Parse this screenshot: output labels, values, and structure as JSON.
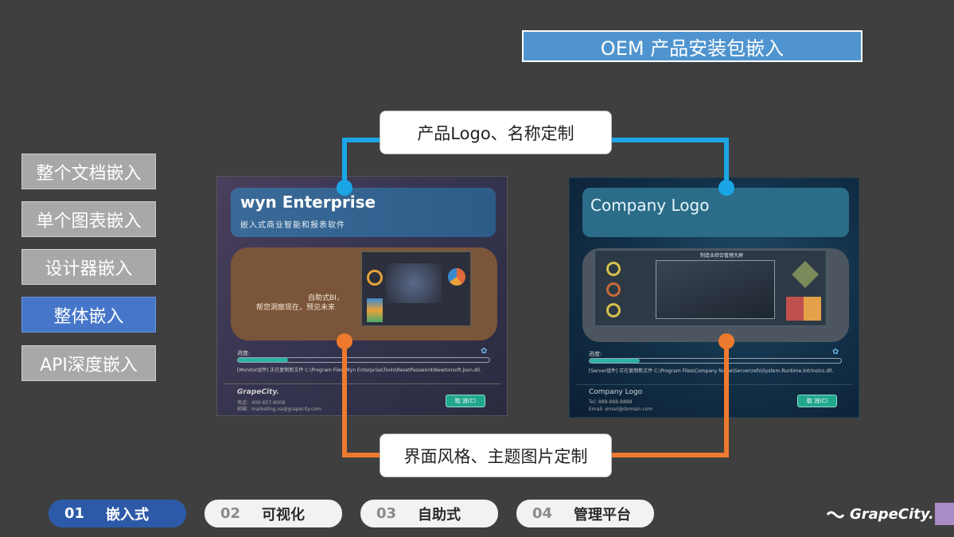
{
  "title": "OEM 产品安装包嵌入",
  "side_menu": [
    {
      "label": "整个文档嵌入",
      "active": false
    },
    {
      "label": "单个图表嵌入",
      "active": false
    },
    {
      "label": "设计器嵌入",
      "active": false
    },
    {
      "label": "整体嵌入",
      "active": true
    },
    {
      "label": "API深度嵌入",
      "active": false
    }
  ],
  "callouts": {
    "top": "产品Logo、名称定制",
    "bottom": "界面风格、主题图片定制"
  },
  "colors": {
    "top_connector": "#1aa6e6",
    "bottom_connector": "#ee7a2f",
    "active_tab": "#2c5aa8",
    "active_side": "#4676c9"
  },
  "left_installer": {
    "logo": "wyn Enterprise",
    "subtitle": "嵌入式商业智能和报表软件",
    "slogan_line1": "自助式BI，",
    "slogan_line2": "帮您洞察现在，预见未来",
    "progress_label": "进度:",
    "progress": 0.2,
    "progress_text": "[Monitor组件] 正在复制新文件 C:\\Program Files\\Wyn Enterprise\\Tools\\ResetPassword\\Newtonsoft.Json.dll.",
    "footer_brand": "GrapeCity.",
    "footer_phone": "电话：400-657-6008",
    "footer_email": "邮箱：marketing.xa@grapecity.com",
    "cancel": "取 消(C)"
  },
  "right_installer": {
    "logo": "Company Logo",
    "dashboard_title": "制造业综合管理大屏",
    "progress_label": "进度:",
    "progress": 0.2,
    "progress_text": "[Server组件] 正在复制新文件 C:\\Program Files\\Company Name\\Server\\refs\\System.Runtime.Intrinsics.dll.",
    "footer_brand": "Company Logo",
    "footer_phone": "Tel: 888-888-8888",
    "footer_email": "Email: email@domain.com",
    "cancel": "取 消(C)"
  },
  "bottom_tabs": [
    {
      "num": "01",
      "label": "嵌入式",
      "active": true
    },
    {
      "num": "02",
      "label": "可视化",
      "active": false
    },
    {
      "num": "03",
      "label": "自助式",
      "active": false
    },
    {
      "num": "04",
      "label": "管理平台",
      "active": false
    }
  ],
  "brand": "GrapeCity."
}
